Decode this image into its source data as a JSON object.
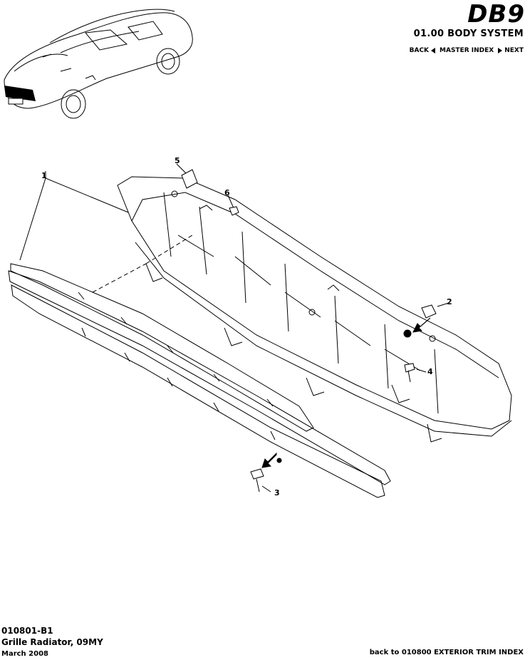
{
  "header": {
    "logo_text": "DB9",
    "section_title": "01.00 BODY SYSTEM",
    "nav": {
      "back_label": "BACK",
      "master_index_label": "MASTER INDEX",
      "next_label": "NEXT"
    }
  },
  "callouts": [
    "1",
    "2",
    "3",
    "4",
    "5",
    "6"
  ],
  "footer": {
    "code": "010801-B1",
    "title": "Grille Radiator, 09MY",
    "date": "March 2008",
    "back_link": "back to 010800 EXTERIOR TRIM INDEX"
  },
  "colors": {
    "ink": "#000000",
    "paper": "#ffffff"
  }
}
